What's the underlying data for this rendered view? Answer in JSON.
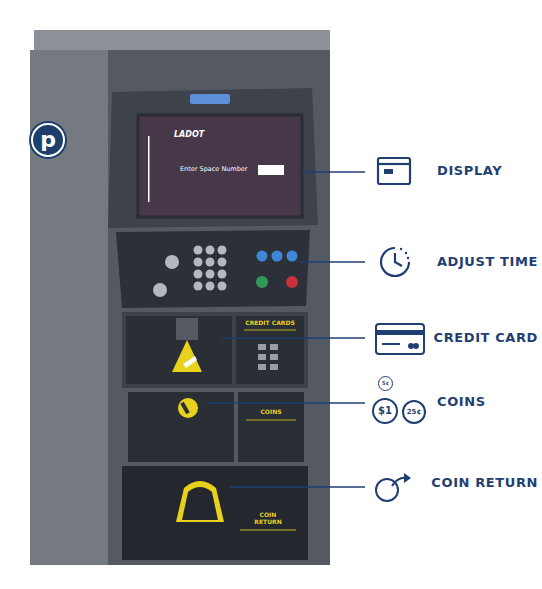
{
  "diagram": {
    "nodes": [
      {
        "text": [
          "p"
        ]
      },
      {
        "text": [
          "LADOT",
          "Enter Space Number"
        ]
      },
      {
        "text": [
          "5¢"
        ]
      },
      {
        "text": [
          "$1"
        ]
      },
      {
        "text": [
          "25¢"
        ]
      }
    ],
    "labels": [
      "CREDIT CARDS",
      "COINS",
      "COIN RETURN",
      "DISPLAY",
      "ADJUST TIME",
      "CREDIT CARD",
      "COINS",
      "COIN RETURN"
    ]
  }
}
